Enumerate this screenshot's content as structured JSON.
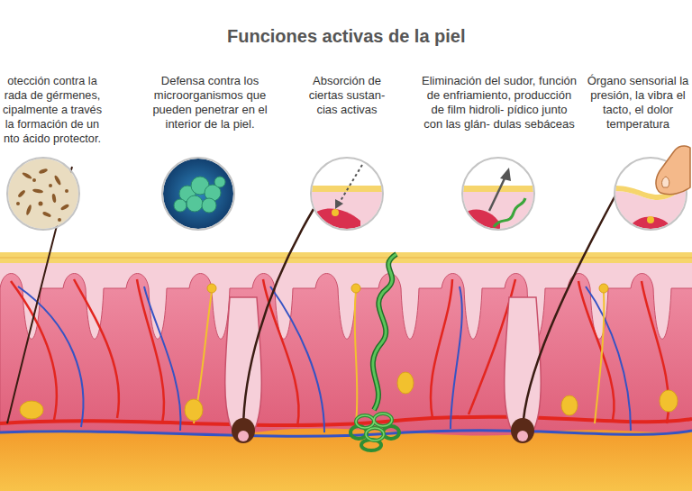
{
  "diagram": {
    "title": "Funciones activas de la piel",
    "labels": [
      "otección contra la rada de gérmenes, cipalmente a través la formación de un nto ácido protector.",
      "Defensa contra los microorganismos que pueden penetrar en el interior de la piel.",
      "Absorción de ciertas sustan- cias activas",
      "Eliminación del sudor, función de enfriamiento, producción de film hidroli- pídico junto con las glán- dulas sebáceas",
      "Órgano sensorial la presión, la vibra el tacto, el dolor temperatura"
    ]
  }
}
